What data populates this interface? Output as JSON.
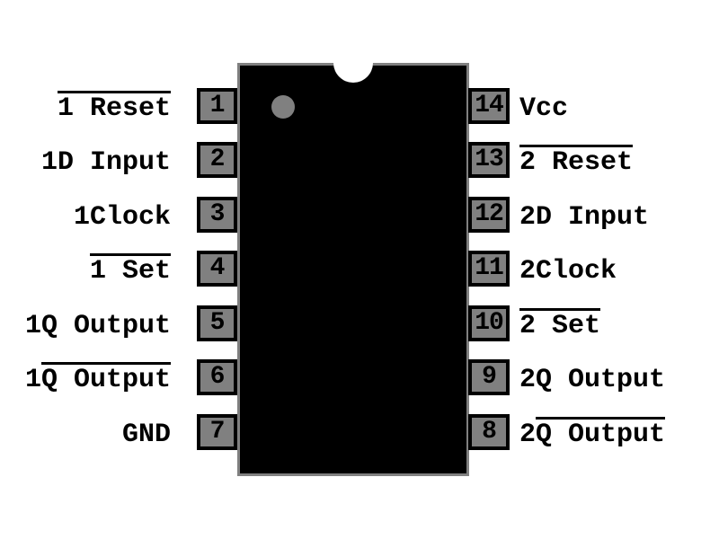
{
  "diagram": {
    "kind": "ic-pinout",
    "colors": {
      "background": "#ffffff",
      "chip_body": "#000000",
      "chip_border": "#808080",
      "pin_box_fill": "#808080",
      "pin_box_border": "#000000",
      "text": "#000000",
      "notch": "#ffffff",
      "pin1_dot": "#808080"
    },
    "pins_left": [
      {
        "number": "1",
        "parts": [
          {
            "text": "1 Reset",
            "overline": true
          }
        ]
      },
      {
        "number": "2",
        "parts": [
          {
            "text": "1D Input",
            "overline": false
          }
        ]
      },
      {
        "number": "3",
        "parts": [
          {
            "text": "1Clock",
            "overline": false
          }
        ]
      },
      {
        "number": "4",
        "parts": [
          {
            "text": "1 Set",
            "overline": true
          }
        ]
      },
      {
        "number": "5",
        "parts": [
          {
            "text": "1Q Output",
            "overline": false
          }
        ]
      },
      {
        "number": "6",
        "parts": [
          {
            "text": "1",
            "overline": false
          },
          {
            "text": "Q Output",
            "overline": true
          }
        ]
      },
      {
        "number": "7",
        "parts": [
          {
            "text": "GND",
            "overline": false
          }
        ]
      }
    ],
    "pins_right": [
      {
        "number": "14",
        "parts": [
          {
            "text": "Vcc",
            "overline": false
          }
        ]
      },
      {
        "number": "13",
        "parts": [
          {
            "text": "2 Reset",
            "overline": true
          }
        ]
      },
      {
        "number": "12",
        "parts": [
          {
            "text": "2D Input",
            "overline": false
          }
        ]
      },
      {
        "number": "11",
        "parts": [
          {
            "text": "2Clock",
            "overline": false
          }
        ]
      },
      {
        "number": "10",
        "parts": [
          {
            "text": "2 Set",
            "overline": true
          }
        ]
      },
      {
        "number": "9",
        "parts": [
          {
            "text": "2Q Output",
            "overline": false
          }
        ]
      },
      {
        "number": "8",
        "parts": [
          {
            "text": "2",
            "overline": false
          },
          {
            "text": "Q Output",
            "overline": true
          }
        ]
      }
    ]
  }
}
